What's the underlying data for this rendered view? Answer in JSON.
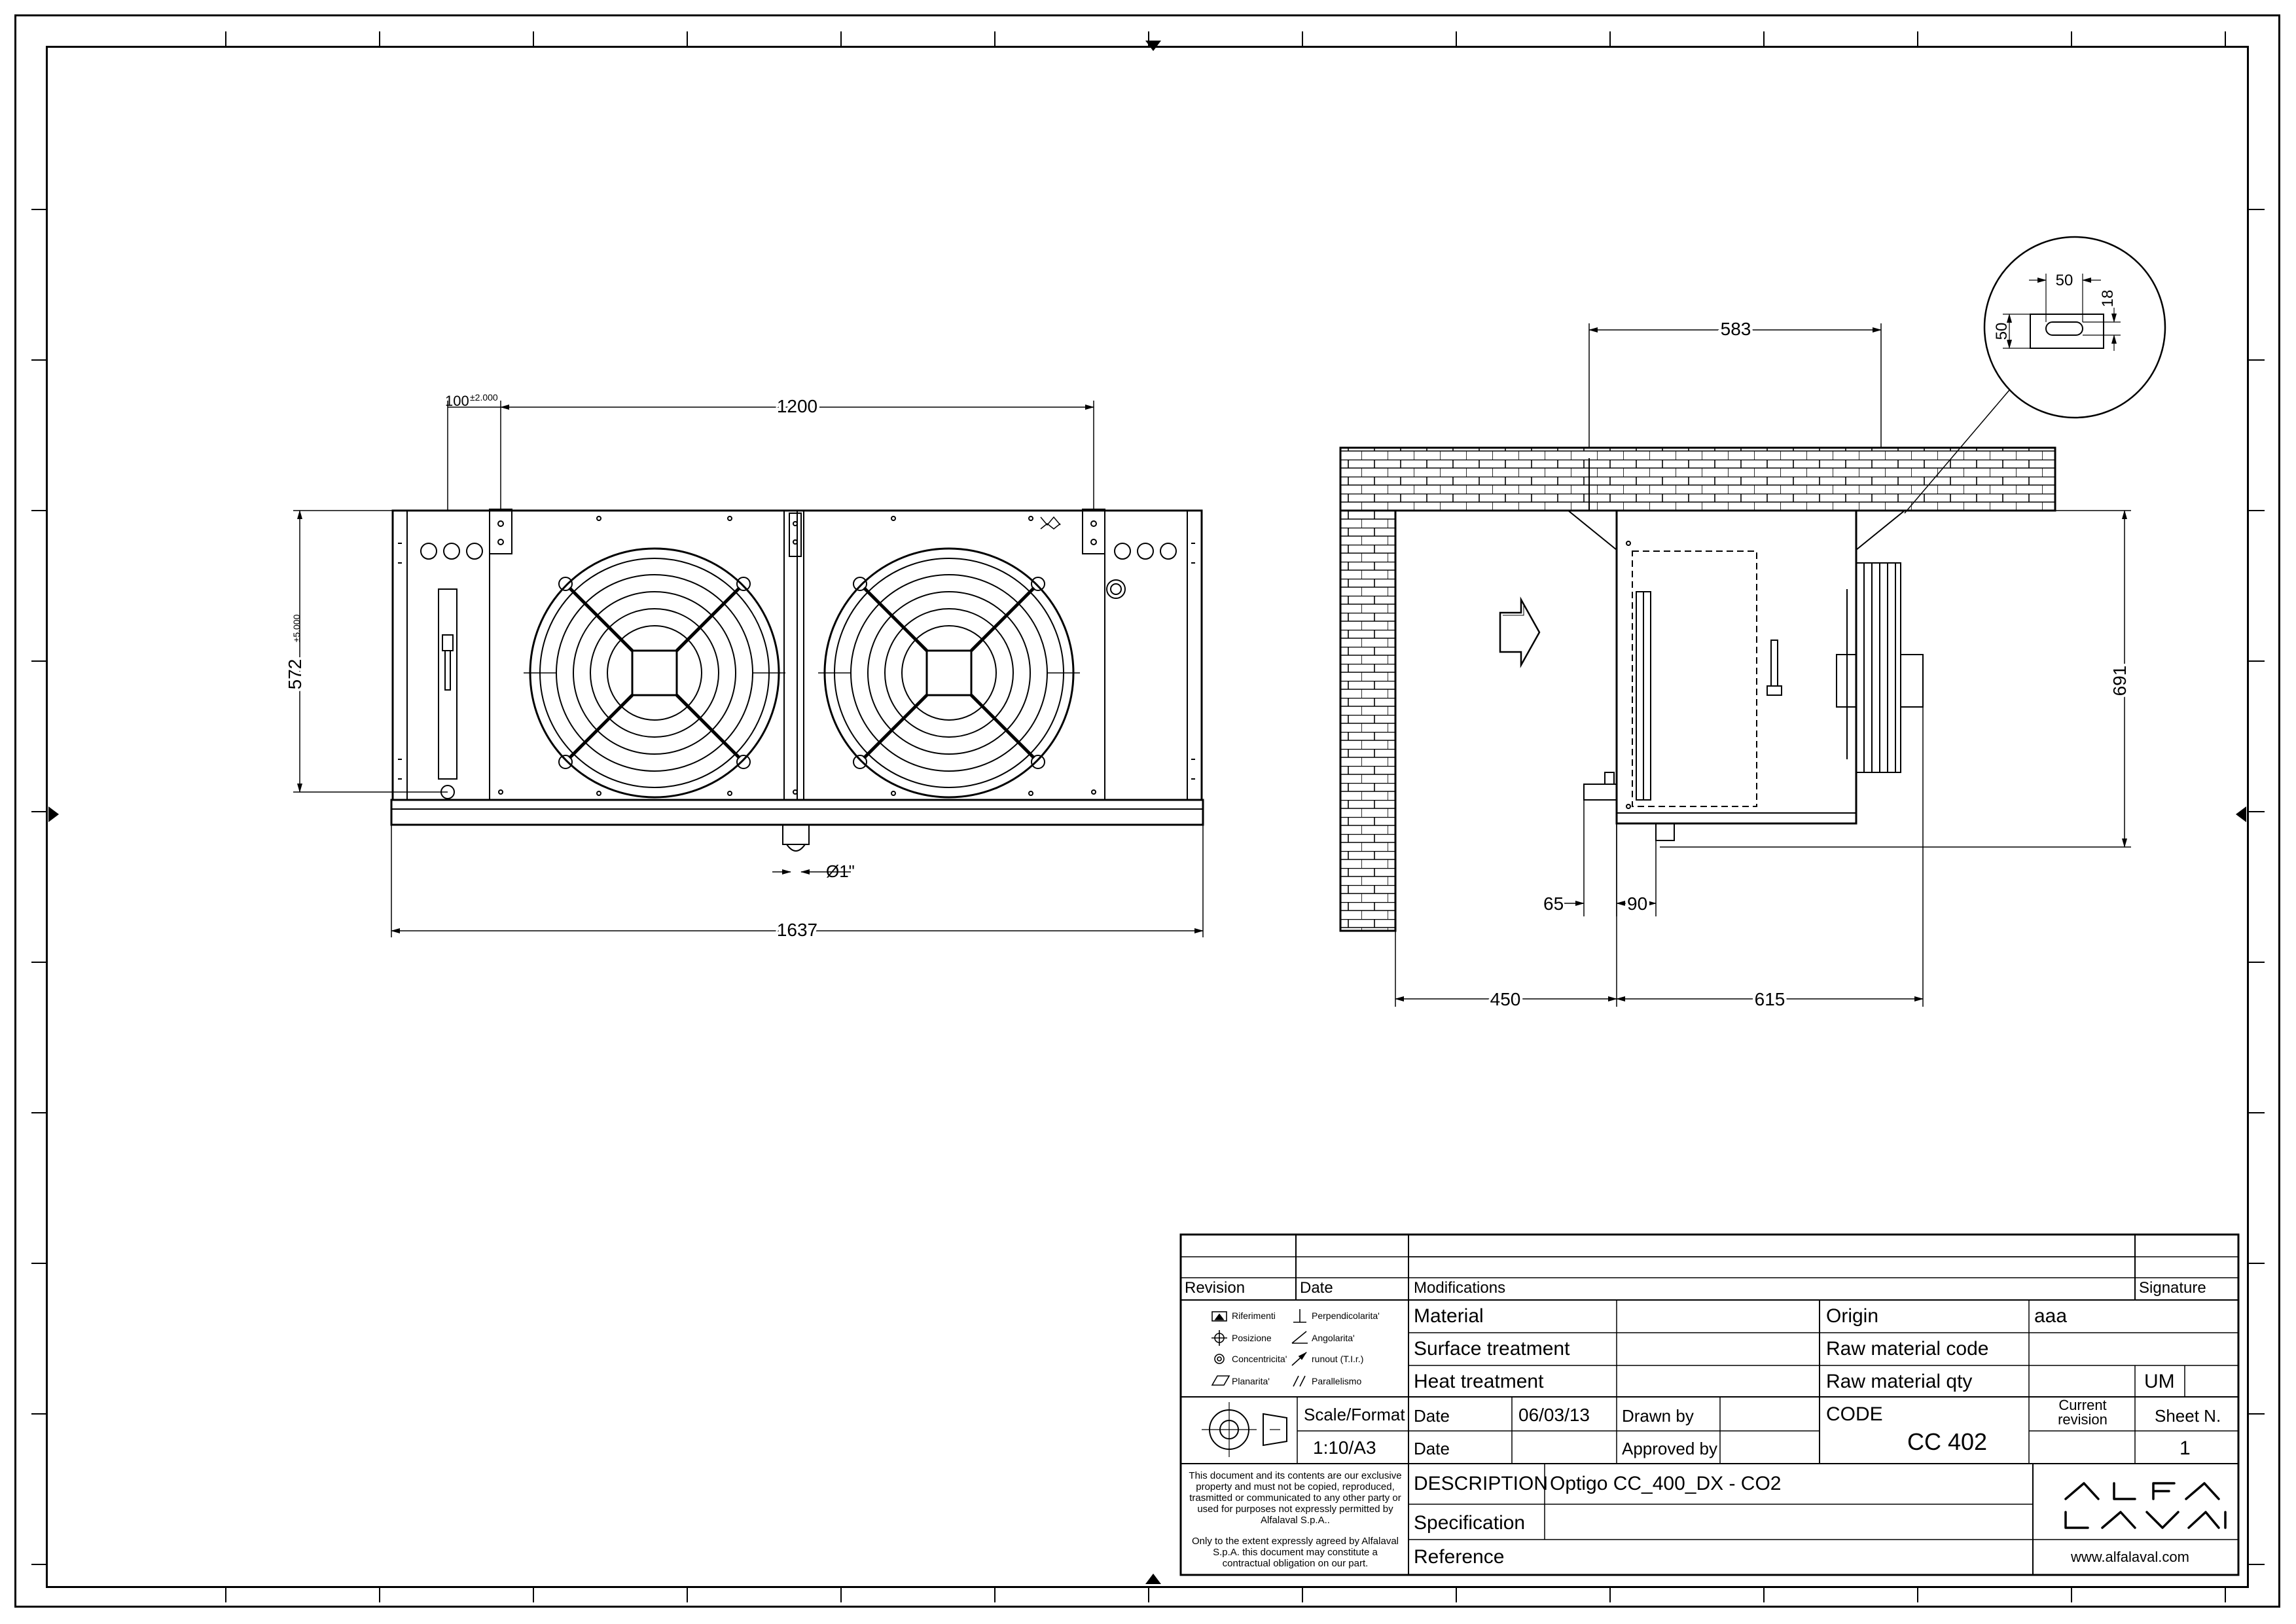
{
  "drawing": {
    "front_view": {
      "dim_fan_spacing": "1200",
      "dim_side_offset": "100",
      "dim_side_offset_tol": "±2.000",
      "dim_height": "572",
      "dim_height_tol": "±5.000",
      "dim_drain": "Ø1\"",
      "dim_overall_width": "1637"
    },
    "side_view": {
      "dim_fixing_distance": "583",
      "dim_height": "691",
      "dim_drain_65": "65",
      "dim_drain_90": "90",
      "dim_wall_clearance": "450",
      "dim_depth": "615"
    },
    "detail": {
      "dim_slot_width": "50",
      "dim_slot_height": "50",
      "dim_slot_18": "18"
    }
  },
  "title_block": {
    "headers": {
      "revision": "Revision",
      "date": "Date",
      "modifications": "Modifications",
      "signature": "Signature"
    },
    "legend": [
      {
        "icon": "datum-reference-icon",
        "label": "Riferimenti"
      },
      {
        "icon": "perpendicularity-icon",
        "label": "Perpendicolarita'"
      },
      {
        "icon": "position-icon",
        "label": "Posizione"
      },
      {
        "icon": "angularity-icon",
        "label": "Angolarita'"
      },
      {
        "icon": "concentricity-icon",
        "label": "Concentricita'"
      },
      {
        "icon": "runout-icon",
        "label": "runout (T.I.r.)"
      },
      {
        "icon": "flatness-icon",
        "label": "Planarita'"
      },
      {
        "icon": "parallelism-icon",
        "label": "Parallelismo"
      }
    ],
    "material_label": "Material",
    "surface_label": "Surface treatment",
    "heat_label": "Heat treatment",
    "origin_label": "Origin",
    "origin_value": "aaa",
    "raw_code_label": "Raw material code",
    "raw_qty_label": "Raw material qty",
    "um_label": "UM",
    "scale_label": "Scale/Format",
    "scale_value": "1:10/A3",
    "date_label": "Date",
    "date_value": "06/03/13",
    "date2_label": "Date",
    "drawn_label": "Drawn by",
    "approved_label": "Approved by",
    "code_label": "CODE",
    "code_value": "CC 402",
    "current_revision_label": "Current revision",
    "sheet_label": "Sheet N.",
    "sheet_value": "1",
    "description_label": "DESCRIPTION",
    "description_value": "Optigo CC_400_DX - CO2",
    "specification_label": "Specification",
    "reference_label": "Reference",
    "disclaimer_1": "This document and its contents are our exclusive property and must not be copied, reproduced, trasmitted or communicated to any other party or used for purposes not expressly permitted by Alfalaval S.p.A..",
    "disclaimer_2": "Only to the extent expressly agreed by Alfalaval S.p.A. this document may constitute a contractual obligation on our part.",
    "logo_text": "ALFA LAVAL",
    "website": "www.alfalaval.com"
  }
}
